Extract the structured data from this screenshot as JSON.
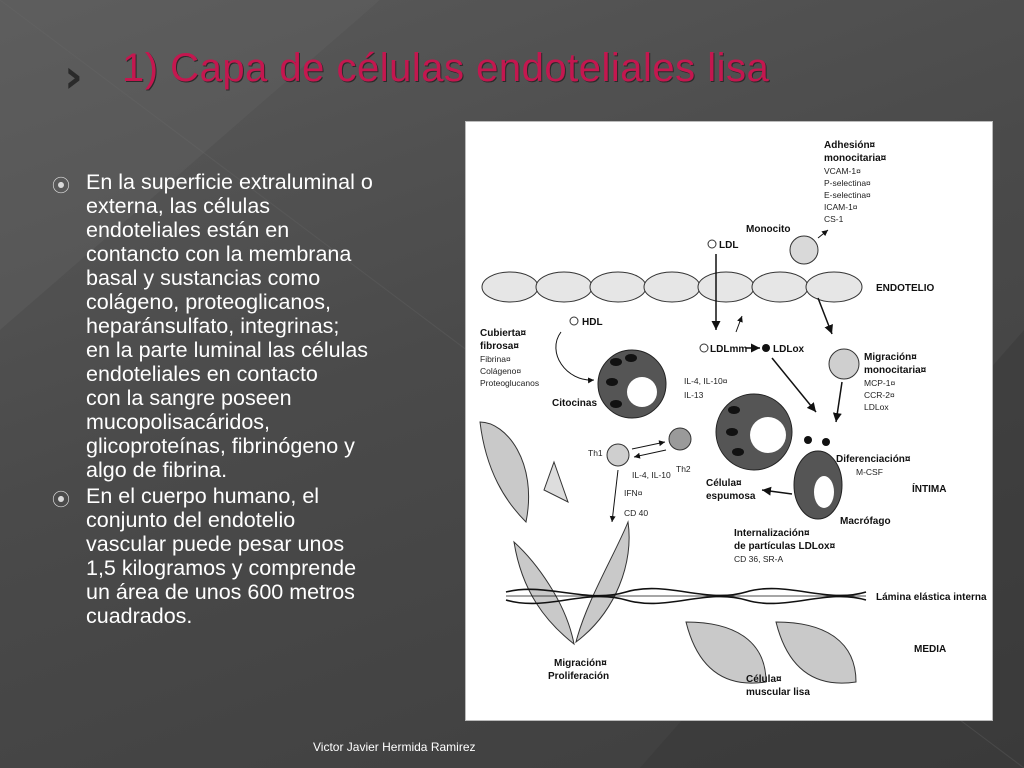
{
  "slide": {
    "title": "1) Capa de células endoteliales lisa",
    "bullets": [
      "En la superficie extraluminal o\nexterna, las células\nendoteliales están en\ncontancto con la membrana\nbasal y sustancias como\ncolágeno, proteoglicanos,\nheparánsulfato, integrinas;\nen la parte luminal las células\nendoteliales en contacto\ncon la sangre poseen\nmucopolisacáridos,\nglicoproteínas, fibrinógeno y\nalgo de fibrina.",
      "En el cuerpo humano, el\nconjunto del endotelio\nvascular puede pesar unos\n1,5 kilogramos y comprende\nun área de unos 600 metros\ncuadrados."
    ],
    "footer": "Victor Javier Hermida Ramirez",
    "colors": {
      "title": "#c4174f",
      "text": "#ffffff",
      "background": "#4f4f4f"
    }
  },
  "diagram": {
    "adhesion_title_1": "Adhesión¤",
    "adhesion_title_2": "monocitaria¤",
    "adhesion_items": [
      "VCAM-1¤",
      "P-selectina¤",
      "E-selectina¤",
      "ICAM-1¤",
      "CS-1"
    ],
    "monocito": "Monocito",
    "ldl": "LDL",
    "endotelio": "ENDOTELIO",
    "hdl": "HDL",
    "cubierta_1": "Cubierta¤",
    "cubierta_2": "fibrosa¤",
    "cubierta_items": [
      "Fibrina¤",
      "Colágeno¤",
      "Proteoglucanos"
    ],
    "ldlmm": "LDLmm",
    "ldlox": "LDLox",
    "il4_il10": "IL-4, IL-10¤",
    "il13": "IL-13",
    "citocinas": "Citocinas",
    "migracion_mono_1": "Migración¤",
    "migracion_mono_2": "monocitaria¤",
    "migracion_mono_items": [
      "MCP-1¤",
      "CCR-2¤",
      "LDLox"
    ],
    "th1": "Th1",
    "th2": "Th2",
    "il4_il10_b": "IL-4, IL-10",
    "ifn": "IFN¤",
    "cd40": "CD 40",
    "celula_esp_1": "Célula¤",
    "celula_esp_2": "espumosa",
    "diferenciacion": "Diferenciación¤",
    "mcsf": "M-CSF",
    "intima": "ÍNTIMA",
    "macrofago": "Macrófago",
    "internalizacion_1": "Internalización¤",
    "internalizacion_2": "de partículas LDLox¤",
    "internalizacion_sub": "CD 36, SR-A",
    "lamina": "Lámina elástica interna",
    "migracion_prolif_1": "Migración¤",
    "migracion_prolif_2": "Proliferación",
    "media": "MEDIA",
    "celula_musc_1": "Célula¤",
    "celula_musc_2": "muscular lisa"
  }
}
